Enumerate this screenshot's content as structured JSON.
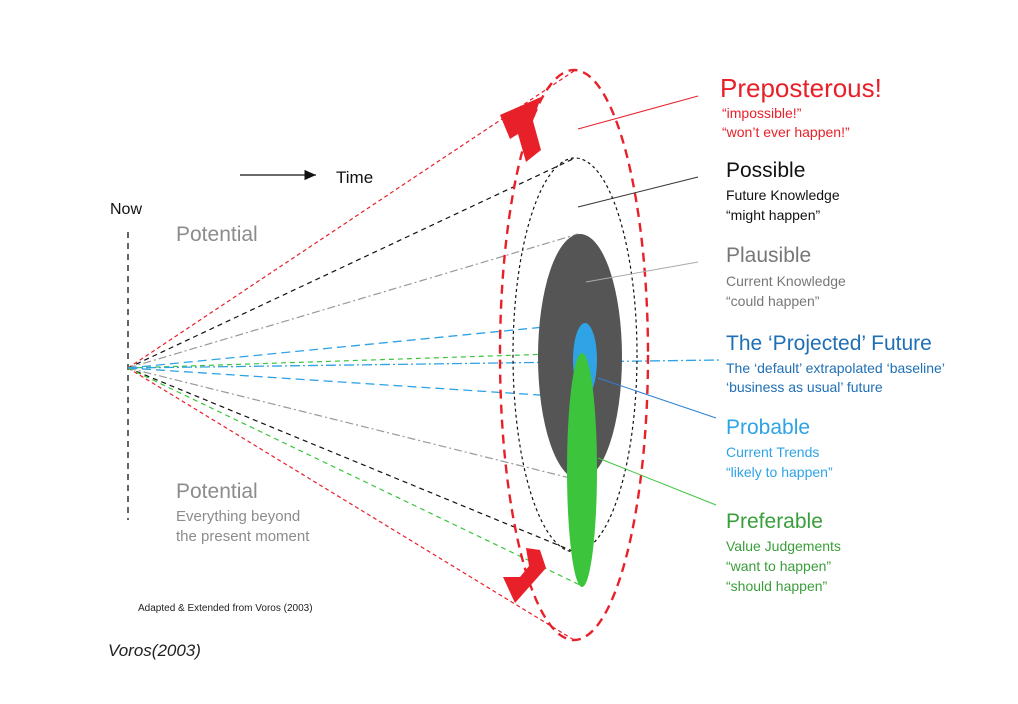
{
  "axis": {
    "now_label": "Now",
    "time_label": "Time"
  },
  "potential": {
    "top_label": "Potential",
    "bottom_label": "Potential",
    "bottom_desc_1": "Everything beyond",
    "bottom_desc_2": "the present moment"
  },
  "categories": [
    {
      "key": "preposterous",
      "title": "Preposterous!",
      "lines": [
        "“impossible!”",
        "“won’t ever happen!”"
      ],
      "color": "#e8202a"
    },
    {
      "key": "possible",
      "title": "Possible",
      "lines": [
        "Future Knowledge",
        "“might happen”"
      ],
      "color": "#111111"
    },
    {
      "key": "plausible",
      "title": "Plausible",
      "lines": [
        "Current Knowledge",
        "“could happen”"
      ],
      "color": "#777777"
    },
    {
      "key": "projected",
      "title": "The ‘Projected’ Future",
      "lines": [
        "The ‘default’ extrapolated ‘baseline’",
        "‘business as usual’ future"
      ],
      "color": "#1f6fb5"
    },
    {
      "key": "probable",
      "title": "Probable",
      "lines": [
        "Current Trends",
        "“likely to happen”"
      ],
      "color": "#2fa3e6"
    },
    {
      "key": "preferable",
      "title": "Preferable",
      "lines": [
        "Value Judgements",
        "“want to happen”",
        "“should happen”"
      ],
      "color": "#3a9e3a"
    }
  ],
  "colors": {
    "red": "#e8202a",
    "black": "#111111",
    "dark_gray": "#555555",
    "light_gray": "#aaaaaa",
    "blue": "#2fa3e6",
    "green": "#3cc43c",
    "text_gray": "#8c8c8c"
  },
  "credits": {
    "adapted": "Adapted & Extended  from Voros (2003)",
    "caption": "Voros(2003)"
  }
}
